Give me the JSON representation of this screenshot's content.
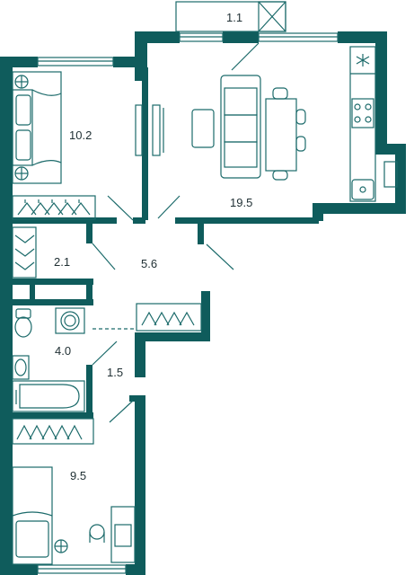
{
  "plan": {
    "wall_color": "#0f5c5c",
    "line_color": "#1b6a6a",
    "background": "#ffffff",
    "rooms": [
      {
        "id": "balcony",
        "area": "1.1"
      },
      {
        "id": "living-kitchen",
        "area": "19.5"
      },
      {
        "id": "bedroom-1",
        "area": "10.2"
      },
      {
        "id": "wardrobe",
        "area": "2.1"
      },
      {
        "id": "hall",
        "area": "5.6"
      },
      {
        "id": "bathroom",
        "area": "4.0"
      },
      {
        "id": "corridor",
        "area": "1.5"
      },
      {
        "id": "bedroom-2",
        "area": "9.5"
      }
    ]
  }
}
